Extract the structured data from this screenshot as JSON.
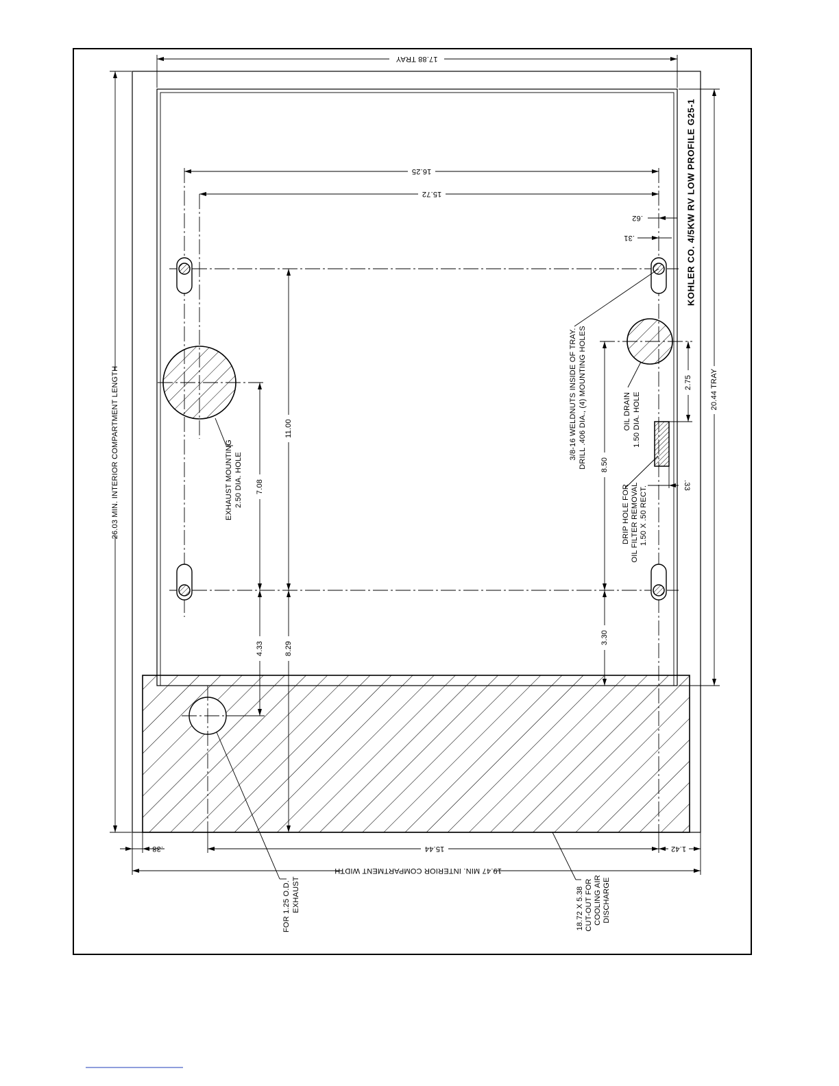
{
  "title": "KOHLER CO. 4/5KW RV LOW PROFILE G25-1",
  "dimensions": {
    "tray_width": "17.88  TRAY",
    "tray_length": "20.44  TRAY",
    "compartment_length": "26.03 MIN. INTERIOR COMPARTMENT LENGTH",
    "compartment_width": "19.47 MIN. INTERIOR COMPARTMENT WIDTH",
    "d_16_25": "16.25",
    "d_15_72": "15.72",
    "d_62": ".62",
    "d_31": ".31",
    "d_11_00": "11.00",
    "d_8_29": "8.29",
    "d_7_08": "7.08",
    "d_4_33": "4.33",
    "d_8_50": "8.50",
    "d_3_30": "3.30",
    "d_2_75": "2.75",
    "d_33": ".33",
    "d_38": ".38",
    "d_15_44": "15.44",
    "d_1_42": "1.42"
  },
  "notes": {
    "exhaust_mount_1": "EXHAUST MOUNTING",
    "exhaust_mount_2": "2.50 DIA. HOLE",
    "weldnuts_1": "3/8-16 WELDNUTS INSIDE OF TRAY.",
    "weldnuts_2": "DRILL .406 DIA., (4) MOUNTING HOLES",
    "oil_drain_1": "OIL DRAIN",
    "oil_drain_2": "1.50 DIA. HOLE",
    "drip_1": "DRIP HOLE FOR",
    "drip_2": "OIL FILTER REMOVAL",
    "drip_3": "1.50 X .50 RECT.",
    "exhaust_od_1": "FOR 1.25 O.D.",
    "exhaust_od_2": "EXHAUST",
    "cutout_1": "18.72 X 5.38",
    "cutout_2": "CUT-OUT FOR",
    "cutout_3": "COOLING AIR",
    "cutout_4": "DISCHARGE"
  }
}
